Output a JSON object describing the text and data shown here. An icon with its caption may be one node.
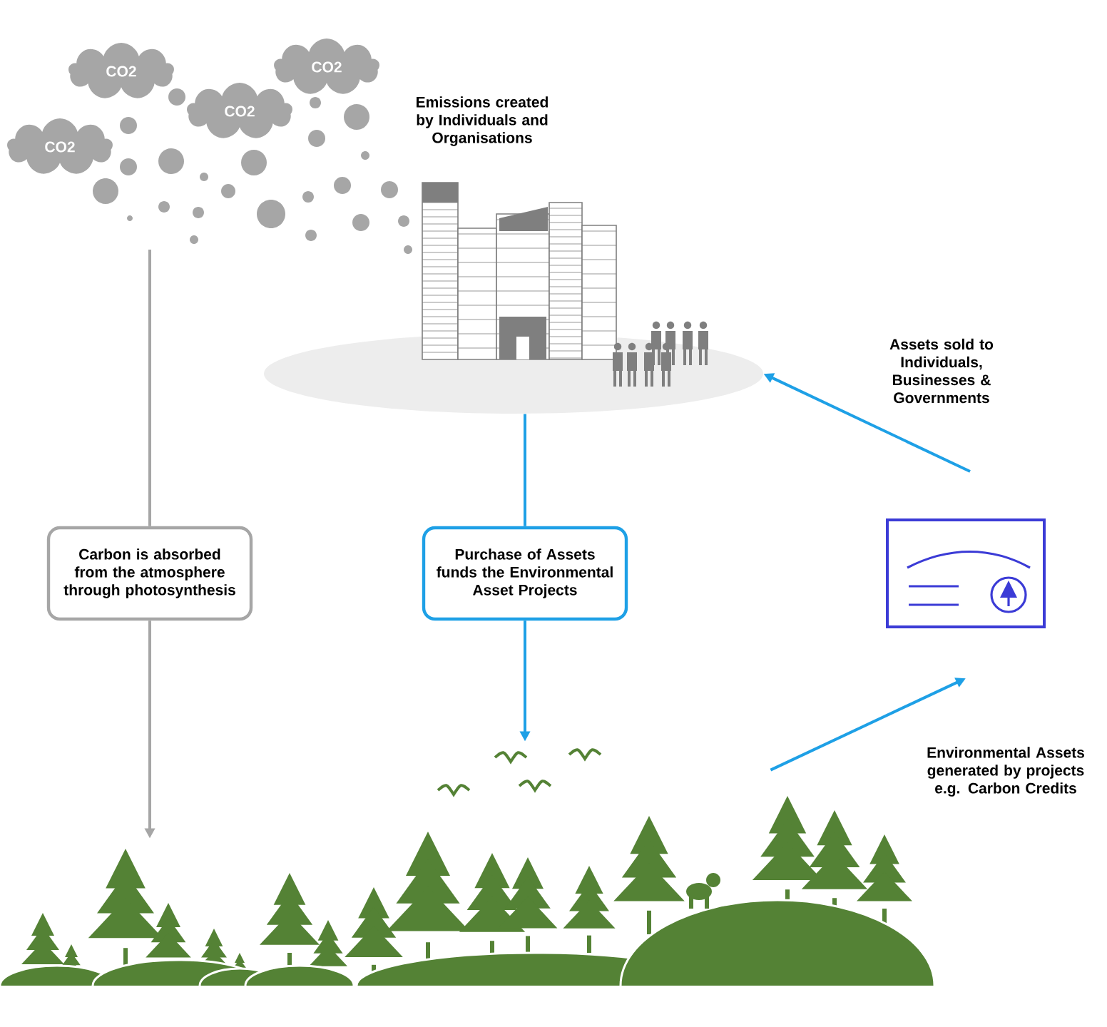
{
  "diagram": {
    "nodes": [
      {
        "text": [
          "CO2"
        ]
      },
      {
        "text": [
          "CO2"
        ]
      },
      {
        "text": [
          "CO2"
        ]
      },
      {
        "text": [
          "CO2"
        ]
      },
      {
        "text": [],
        "shape": "picture",
        "beside": [
          "Emissions created by Individuals and Organisations"
        ]
      },
      {
        "text": [
          "Carbon is absorbed from the atmosphere through photosynthesis"
        ]
      },
      {
        "text": [
          "Purchase of Assets funds the Environmental Asset Projects"
        ]
      },
      {
        "text": [],
        "shape": "picture"
      },
      {
        "text": [],
        "shape": "picture"
      }
    ],
    "edges": [
      {
        "from": null,
        "to": 5,
        "arrow": "none",
        "color": "#a6a6a6"
      },
      {
        "from": 5,
        "to": 8,
        "arrow": "to",
        "color": "#a6a6a6"
      },
      {
        "from": 4,
        "to": 6,
        "arrow": "none"
      },
      {
        "from": 6,
        "to": 8,
        "arrow": "to"
      },
      {
        "from": 8,
        "to": 7,
        "arrow": "to",
        "label": "Environmental Assets generated by projects e.g. Carbon Credits"
      },
      {
        "from": 7,
        "to": 4,
        "arrow": "to",
        "label": "Assets sold to Individuals, Businesses & Governments"
      }
    ]
  }
}
